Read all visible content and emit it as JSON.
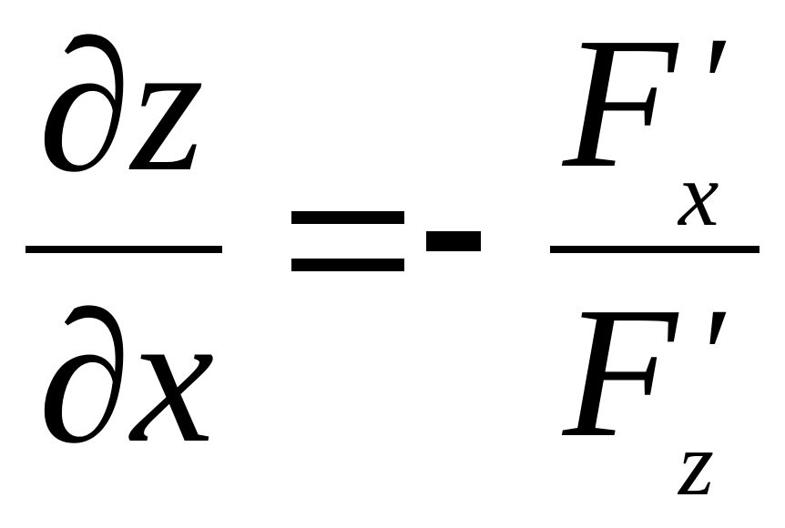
{
  "formula": {
    "lhs": {
      "numerator": "∂z",
      "denominator": "∂x"
    },
    "equals": "=",
    "minus": "-",
    "rhs": {
      "numerator": {
        "symbol": "F",
        "prime": "′",
        "subscript": "x"
      },
      "denominator": {
        "symbol": "F",
        "prime": "′",
        "subscript": "z"
      }
    }
  }
}
